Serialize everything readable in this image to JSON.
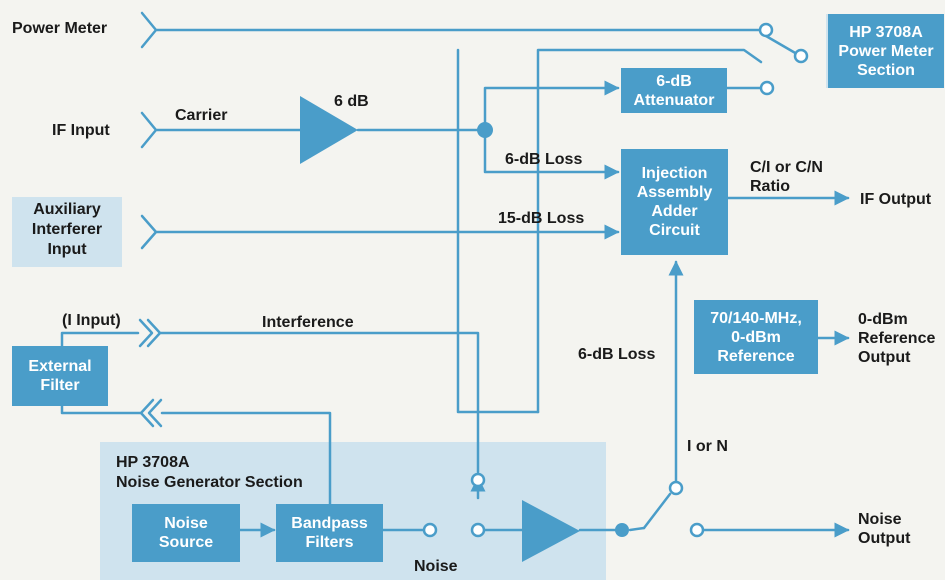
{
  "inputs": {
    "power_meter": "Power Meter",
    "if_input": "IF Input",
    "aux_interferer": "Auxiliary\nInterferer\nInput",
    "i_input": "(I Input)"
  },
  "labels": {
    "carrier": "Carrier",
    "six_db": "6 dB",
    "loss_6db_top": "6-dB Loss",
    "loss_15db": "15-dB Loss",
    "loss_6db_vertical": "6-dB Loss",
    "interference": "Interference",
    "ci_cn_ratio": "C/I or C/N\nRatio",
    "i_or_n": "I or N",
    "noise": "Noise"
  },
  "blocks": {
    "power_meter_section": "HP 3708A\nPower Meter\nSection",
    "attenuator": "6-dB\nAttenuator",
    "adder": "Injection\nAssembly\nAdder\nCircuit",
    "reference": "70/140-MHz,\n0-dBm\nReference",
    "external_filter": "External\nFilter",
    "noise_source": "Noise\nSource",
    "bandpass_filters": "Bandpass\nFilters"
  },
  "outputs": {
    "if_output": "IF Output",
    "reference_output": "0-dBm\nReference\nOutput",
    "noise_output": "Noise\nOutput"
  },
  "sections": {
    "noise_generator": "HP 3708A\nNoise Generator Section"
  },
  "colors": {
    "block_fill": "#4a9dc9",
    "panel_fill": "#cfe3ee",
    "line": "#4a9dc9",
    "text": "#1a1a1a",
    "background": "#f4f4f0"
  }
}
